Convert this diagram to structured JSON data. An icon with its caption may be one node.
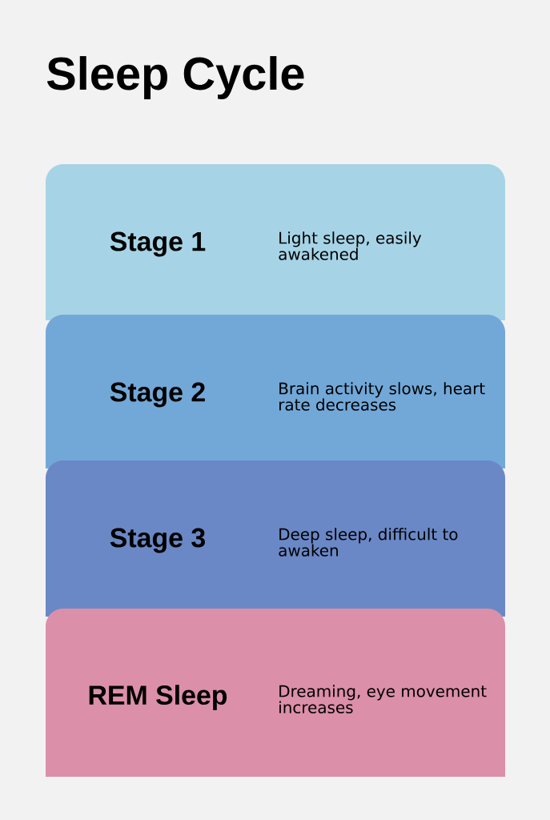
{
  "diagram": {
    "title": "Sleep Cycle",
    "nodes": [
      {
        "text": [
          "Stage 1",
          "Light sleep, easily awakened"
        ]
      },
      {
        "text": [
          "Stage 2",
          "Brain activity slows, heart rate decreases"
        ]
      },
      {
        "text": [
          "Stage 3",
          "Deep sleep, difficult to awaken"
        ]
      },
      {
        "text": [
          "REM Sleep",
          "Dreaming, eye movement increases"
        ]
      }
    ]
  }
}
